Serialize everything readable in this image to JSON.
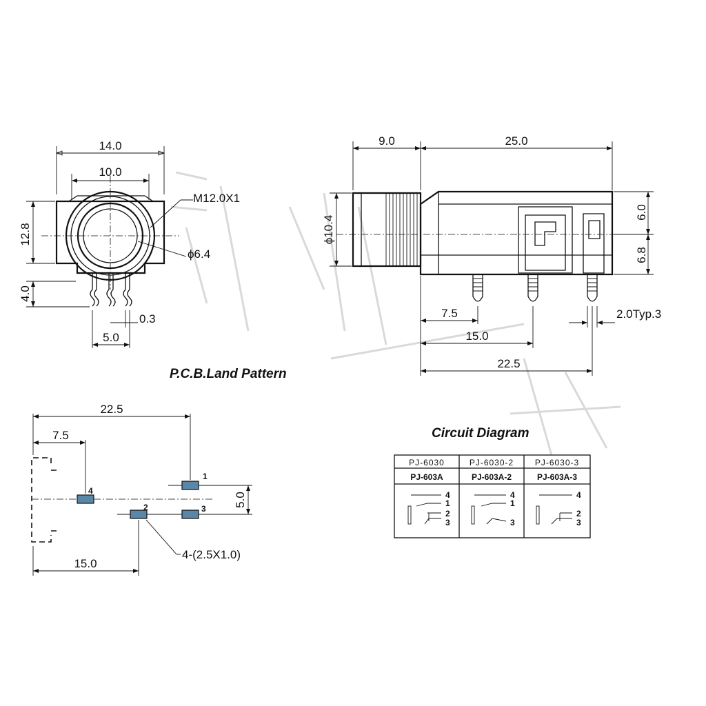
{
  "front_view": {
    "dim_width": "14.0",
    "dim_inner": "10.0",
    "dim_height": "12.8",
    "dim_leg": "4.0",
    "dim_pin_pitch": "5.0",
    "dim_pin_thick": "0.3",
    "label_thread": "M12.0X1",
    "label_bore": "ϕ6.4"
  },
  "side_view": {
    "dim_nose": "9.0",
    "dim_body": "25.0",
    "dim_diameter": "ϕ10.4",
    "dim_top": "6.0",
    "dim_mid": "6.8",
    "dim_pin1": "7.5",
    "dim_pin2": "15.0",
    "dim_pin3": "22.5",
    "dim_pin_typ": "2.0Typ.3"
  },
  "pcb": {
    "title": "P.C.B.Land Pattern",
    "dim_total": "22.5",
    "dim_first": "7.5",
    "dim_second": "15.0",
    "dim_vertical": "5.0",
    "pad_note": "4-(2.5X1.0)",
    "pins": [
      "1",
      "2",
      "3",
      "4"
    ]
  },
  "circuit": {
    "title": "Circuit Diagram",
    "models_top": [
      "PJ-6030",
      "PJ-6030-2",
      "PJ-6030-3"
    ],
    "models_bottom": [
      "PJ-603A",
      "PJ-603A-2",
      "PJ-603A-3"
    ],
    "pin_labels": [
      "4",
      "1",
      "2",
      "3"
    ]
  }
}
